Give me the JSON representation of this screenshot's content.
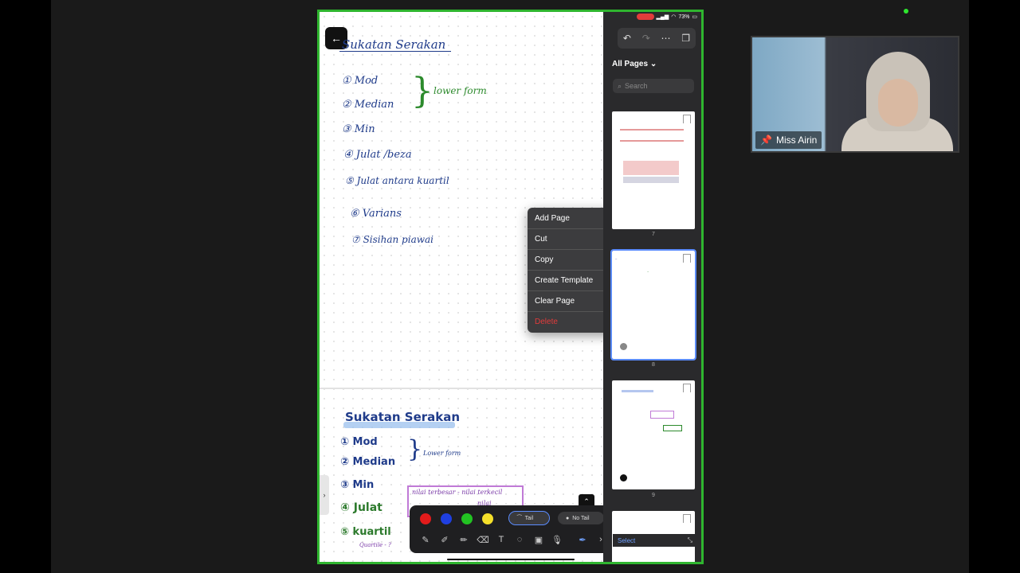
{
  "zoom": {
    "video": {
      "name": "Miss Airin"
    },
    "status": {
      "battery": "73%"
    }
  },
  "goodnotes": {
    "sidebar": {
      "scope_label": "All Pages",
      "search_placeholder": "Search",
      "pages": [
        {
          "number": "7"
        },
        {
          "number": "8",
          "selected": true
        },
        {
          "number": "9"
        }
      ]
    },
    "context_menu": {
      "items": [
        {
          "label": "Add Page",
          "icon": "add-page-icon"
        },
        {
          "label": "Cut",
          "icon": "scissors-icon"
        },
        {
          "label": "Copy",
          "icon": "copy-icon"
        },
        {
          "label": "Create Template",
          "icon": "template-icon"
        },
        {
          "label": "Clear Page",
          "icon": "clear-icon"
        },
        {
          "label": "Delete",
          "icon": "trash-icon",
          "color": "#e23b3b"
        }
      ]
    },
    "toolbar": {
      "colors": [
        "#e21b1b",
        "#1f3fe0",
        "#22c322",
        "#f5e02a"
      ],
      "tail_label": "Tail",
      "no_tail_label": "No Tail",
      "select_label": "Select"
    },
    "notes_page_1": {
      "title": "Sukatan Serakan",
      "items": [
        "Mod",
        "Median",
        "Min",
        "Julat /beza",
        "Julat antara kuartil",
        "Varians",
        "Sisihan piawai"
      ],
      "brace_note": "lower form"
    },
    "notes_page_2": {
      "title": "Sukatan Serakan",
      "items": [
        "Mod",
        "Median",
        "Min",
        "Julat",
        "kuartil"
      ],
      "brace_note": "Lower form",
      "julat_note": "nilai terbesar - nilai terkecil",
      "julat_note2": "nilai",
      "kuartil_note": "Quartile - ?"
    }
  }
}
